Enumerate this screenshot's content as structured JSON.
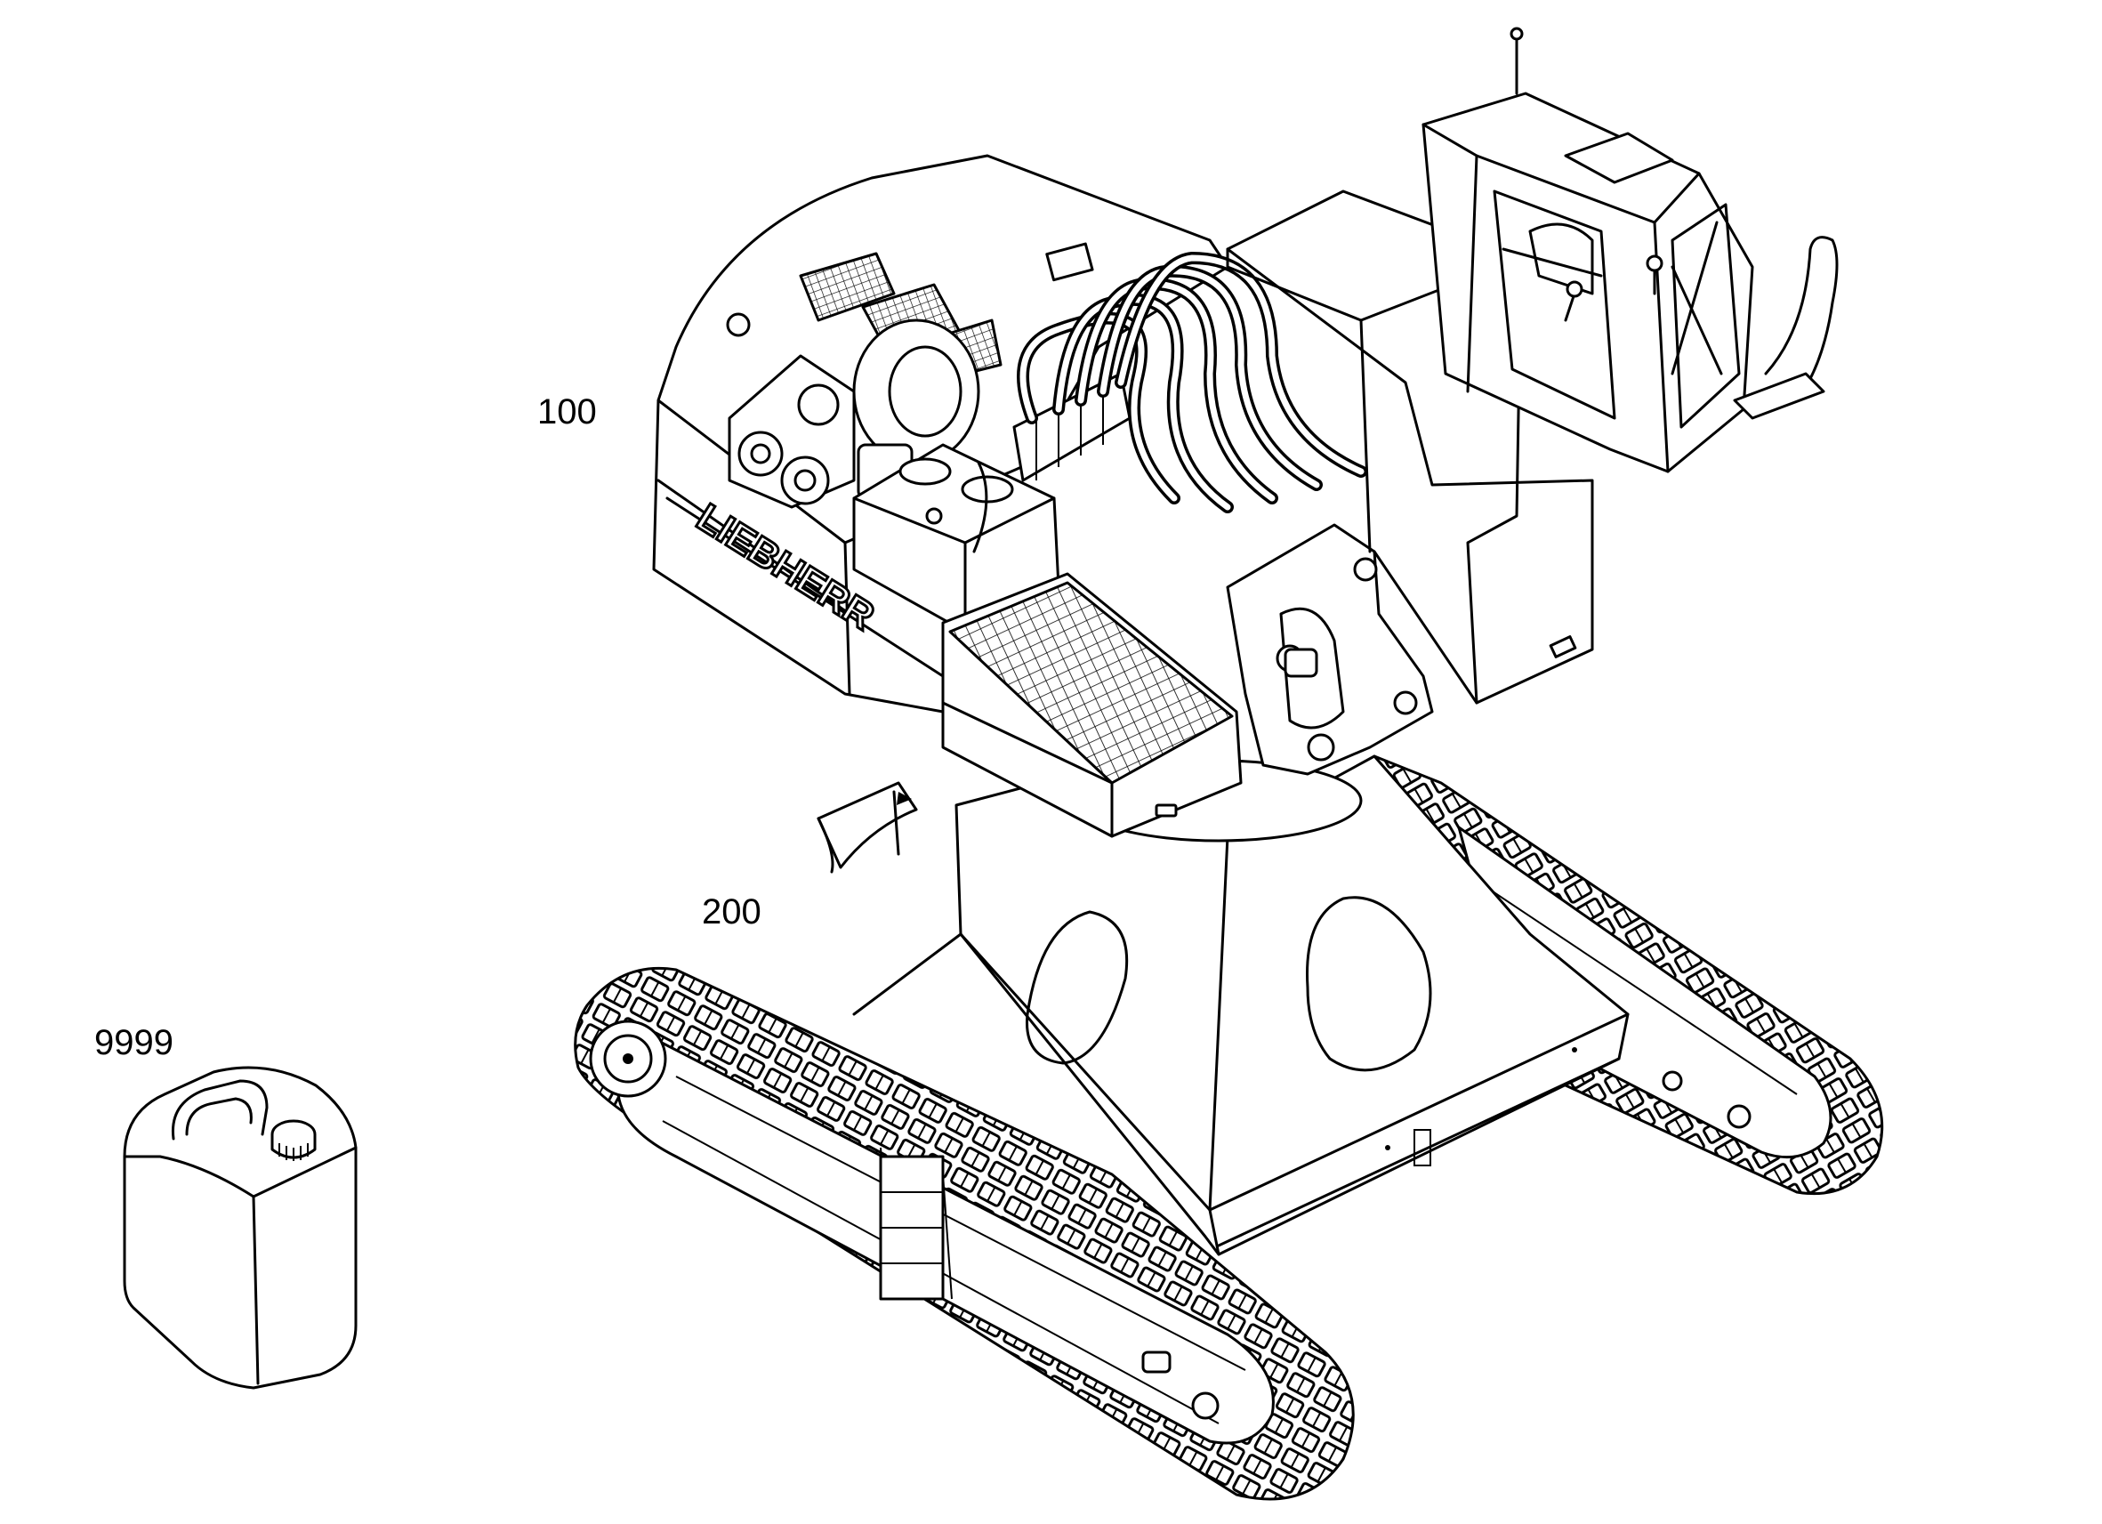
{
  "diagram": {
    "brand_text": "LIEBHERR",
    "callouts": [
      {
        "id": "100",
        "label": "100"
      },
      {
        "id": "200",
        "label": "200"
      },
      {
        "id": "9999",
        "label": "9999"
      }
    ]
  }
}
